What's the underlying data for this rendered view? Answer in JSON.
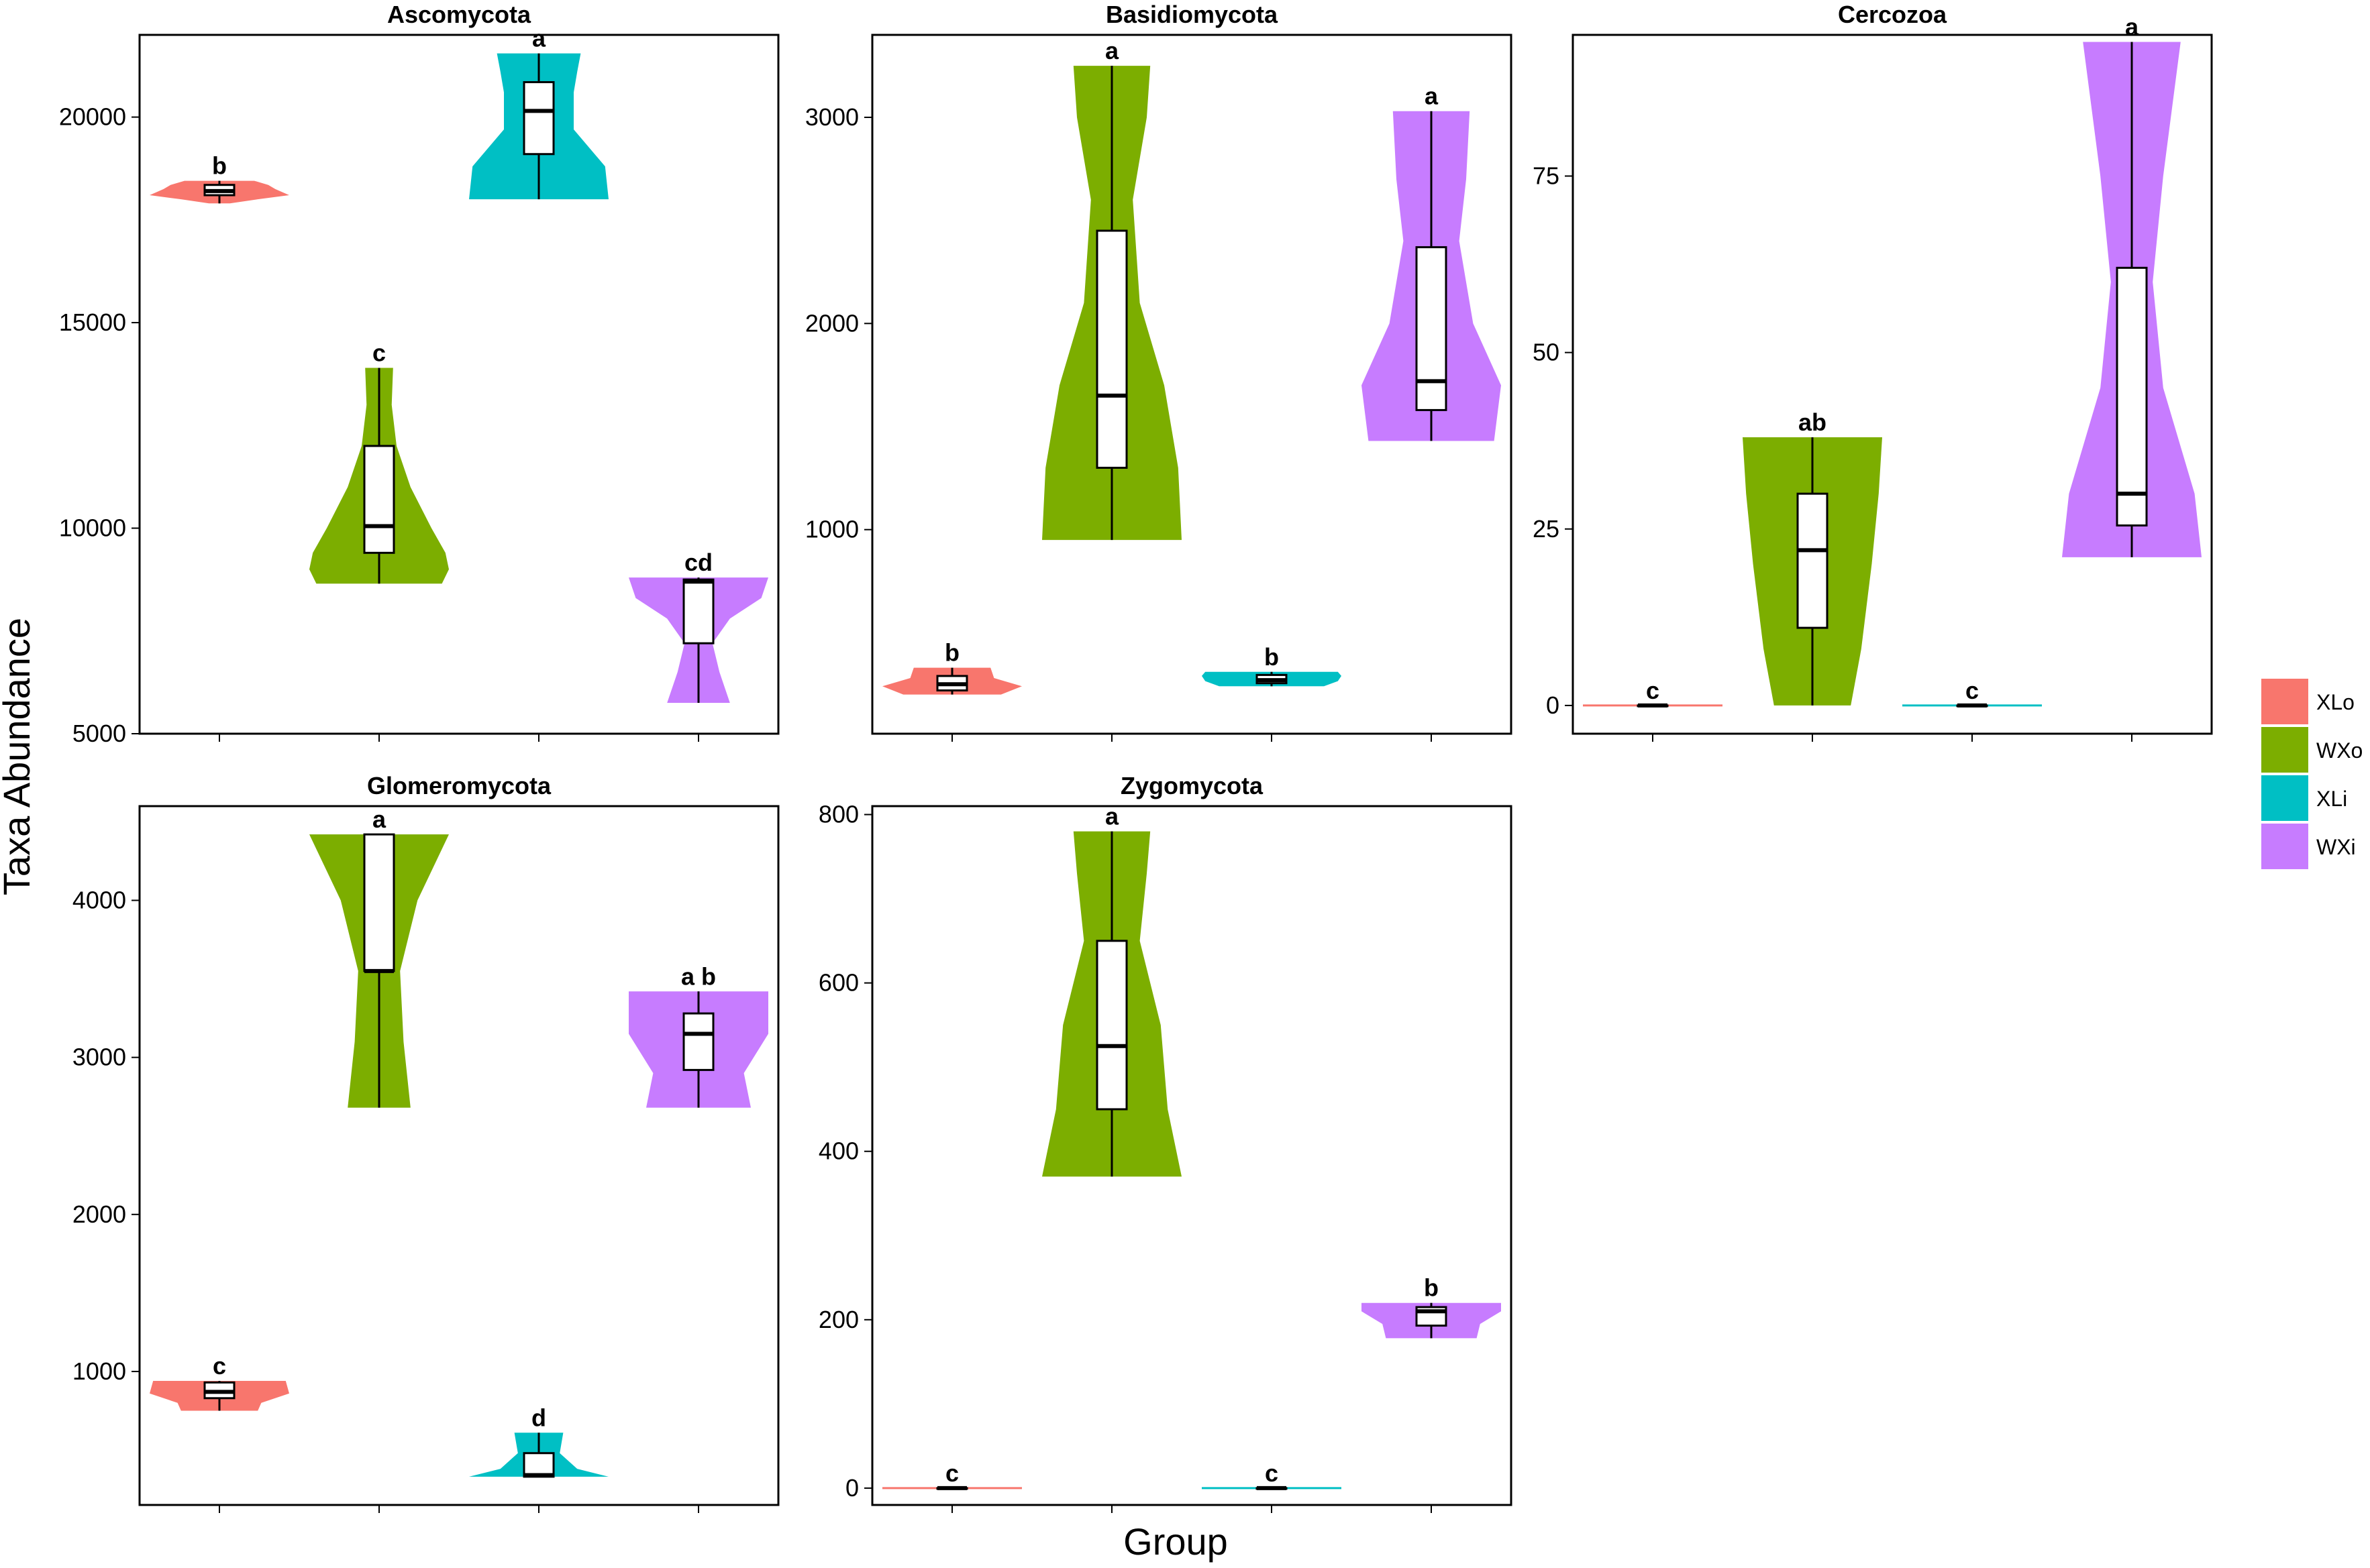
{
  "figure": {
    "xlabel": "Group",
    "ylabel": "Taxa Abundance"
  },
  "legend": {
    "items": [
      {
        "label": "XLo",
        "color": "#F8766D"
      },
      {
        "label": "WXo",
        "color": "#7CAE00"
      },
      {
        "label": "XLi",
        "color": "#00BFC4"
      },
      {
        "label": "WXi",
        "color": "#C77CFF"
      }
    ]
  },
  "chart_data": [
    {
      "type": "violin",
      "title": "Ascomycota",
      "ylim": [
        5000,
        22000
      ],
      "yticks": [
        5000,
        10000,
        15000,
        20000
      ],
      "grid": false,
      "groups": [
        {
          "group": "XLo",
          "min": 17900,
          "q1": 18100,
          "median": 18200,
          "q3": 18350,
          "max": 18450,
          "sig": "b",
          "density": [
            [
              17900,
              0.15
            ],
            [
              18000,
              0.55
            ],
            [
              18100,
              1.0
            ],
            [
              18250,
              0.8
            ],
            [
              18350,
              0.7
            ],
            [
              18450,
              0.5
            ]
          ]
        },
        {
          "group": "WXo",
          "min": 8650,
          "q1": 9400,
          "median": 10050,
          "q3": 12000,
          "max": 13900,
          "sig": "c",
          "density": [
            [
              8650,
              0.9
            ],
            [
              9000,
              1.0
            ],
            [
              9400,
              0.95
            ],
            [
              10000,
              0.75
            ],
            [
              11000,
              0.45
            ],
            [
              12000,
              0.25
            ],
            [
              13000,
              0.18
            ],
            [
              13900,
              0.2
            ]
          ]
        },
        {
          "group": "XLi",
          "min": 18000,
          "q1": 19100,
          "median": 20150,
          "q3": 20850,
          "max": 21550,
          "sig": "a",
          "density": [
            [
              18000,
              1.0
            ],
            [
              18800,
              0.95
            ],
            [
              19700,
              0.5
            ],
            [
              20600,
              0.5
            ],
            [
              21100,
              0.55
            ],
            [
              21550,
              0.6
            ]
          ]
        },
        {
          "group": "WXi",
          "min": 5750,
          "q1": 7200,
          "median": 8700,
          "q3": 8750,
          "max": 8800,
          "sig": "cd",
          "density": [
            [
              5750,
              0.45
            ],
            [
              6500,
              0.3
            ],
            [
              7200,
              0.2
            ],
            [
              7800,
              0.45
            ],
            [
              8300,
              0.9
            ],
            [
              8800,
              1.0
            ]
          ]
        }
      ]
    },
    {
      "type": "violin",
      "title": "Basidiomycota",
      "ylim": [
        10,
        3400
      ],
      "yticks": [
        1000,
        2000,
        3000
      ],
      "grid": false,
      "groups": [
        {
          "group": "XLo",
          "min": 200,
          "q1": 220,
          "median": 250,
          "q3": 290,
          "max": 330,
          "sig": "b",
          "density": [
            [
              200,
              0.7
            ],
            [
              240,
              1.0
            ],
            [
              280,
              0.6
            ],
            [
              330,
              0.55
            ]
          ]
        },
        {
          "group": "WXo",
          "min": 950,
          "q1": 1300,
          "median": 1650,
          "q3": 2450,
          "max": 3250,
          "sig": "a",
          "density": [
            [
              950,
              1.0
            ],
            [
              1300,
              0.95
            ],
            [
              1700,
              0.75
            ],
            [
              2100,
              0.4
            ],
            [
              2600,
              0.3
            ],
            [
              3000,
              0.5
            ],
            [
              3250,
              0.55
            ]
          ]
        },
        {
          "group": "XLi",
          "min": 240,
          "q1": 255,
          "median": 270,
          "q3": 295,
          "max": 310,
          "sig": "b",
          "density": [
            [
              240,
              0.75
            ],
            [
              265,
              0.95
            ],
            [
              290,
              1.0
            ],
            [
              310,
              0.95
            ]
          ]
        },
        {
          "group": "WXi",
          "min": 1430,
          "q1": 1580,
          "median": 1720,
          "q3": 2370,
          "max": 3030,
          "sig": "a",
          "density": [
            [
              1430,
              0.9
            ],
            [
              1700,
              1.0
            ],
            [
              2000,
              0.6
            ],
            [
              2400,
              0.4
            ],
            [
              2700,
              0.5
            ],
            [
              3030,
              0.55
            ]
          ]
        }
      ]
    },
    {
      "type": "violin",
      "title": "Cercozoa",
      "ylim": [
        -4,
        95
      ],
      "yticks": [
        0,
        25,
        50,
        75
      ],
      "grid": false,
      "groups": [
        {
          "group": "XLo",
          "min": 0,
          "q1": 0,
          "median": 0,
          "q3": 0,
          "max": 0,
          "sig": "c",
          "density": []
        },
        {
          "group": "WXo",
          "min": 0,
          "q1": 11,
          "median": 22,
          "q3": 30,
          "max": 38,
          "sig": "ab",
          "density": [
            [
              0,
              0.55
            ],
            [
              8,
              0.7
            ],
            [
              20,
              0.85
            ],
            [
              30,
              0.95
            ],
            [
              38,
              1.0
            ]
          ]
        },
        {
          "group": "XLi",
          "min": 0,
          "q1": 0,
          "median": 0,
          "q3": 0,
          "max": 0,
          "sig": "c",
          "density": []
        },
        {
          "group": "WXi",
          "min": 21,
          "q1": 25.5,
          "median": 30,
          "q3": 62,
          "max": 94,
          "sig": "a",
          "density": [
            [
              21,
              1.0
            ],
            [
              30,
              0.9
            ],
            [
              45,
              0.45
            ],
            [
              60,
              0.3
            ],
            [
              75,
              0.45
            ],
            [
              94,
              0.7
            ]
          ]
        }
      ]
    },
    {
      "type": "violin",
      "title": "Glomeromycota",
      "ylim": [
        150,
        4600
      ],
      "yticks": [
        1000,
        2000,
        3000,
        4000
      ],
      "grid": false,
      "groups": [
        {
          "group": "XLo",
          "min": 750,
          "q1": 830,
          "median": 870,
          "q3": 930,
          "max": 940,
          "sig": "c",
          "density": [
            [
              750,
              0.55
            ],
            [
              800,
              0.6
            ],
            [
              860,
              1.0
            ],
            [
              940,
              0.95
            ]
          ]
        },
        {
          "group": "WXo",
          "min": 2680,
          "q1": 3550,
          "median": 3550,
          "q3": 4420,
          "max": 4420,
          "sig": "a",
          "density": [
            [
              2680,
              0.45
            ],
            [
              3100,
              0.35
            ],
            [
              3550,
              0.3
            ],
            [
              4000,
              0.55
            ],
            [
              4420,
              1.0
            ]
          ]
        },
        {
          "group": "XLi",
          "min": 330,
          "q1": 330,
          "median": 340,
          "q3": 480,
          "max": 610,
          "sig": "d",
          "density": [
            [
              330,
              1.0
            ],
            [
              380,
              0.55
            ],
            [
              480,
              0.3
            ],
            [
              610,
              0.35
            ]
          ]
        },
        {
          "group": "WXi",
          "min": 2680,
          "q1": 2920,
          "median": 3150,
          "q3": 3280,
          "max": 3420,
          "sig": "a b",
          "density": [
            [
              2680,
              0.75
            ],
            [
              2900,
              0.65
            ],
            [
              3150,
              1.0
            ],
            [
              3420,
              1.0
            ]
          ]
        }
      ]
    },
    {
      "type": "violin",
      "title": "Zygomycota",
      "ylim": [
        -20,
        810
      ],
      "yticks": [
        0,
        200,
        400,
        600,
        800
      ],
      "grid": false,
      "groups": [
        {
          "group": "XLo",
          "min": 0,
          "q1": 0,
          "median": 0,
          "q3": 0,
          "max": 0,
          "sig": "c",
          "density": []
        },
        {
          "group": "WXo",
          "min": 370,
          "q1": 450,
          "median": 525,
          "q3": 650,
          "max": 780,
          "sig": "a",
          "density": [
            [
              370,
              1.0
            ],
            [
              450,
              0.8
            ],
            [
              550,
              0.7
            ],
            [
              650,
              0.4
            ],
            [
              730,
              0.5
            ],
            [
              780,
              0.55
            ]
          ]
        },
        {
          "group": "XLi",
          "min": 0,
          "q1": 0,
          "median": 0,
          "q3": 0,
          "max": 0,
          "sig": "c",
          "density": []
        },
        {
          "group": "WXi",
          "min": 178,
          "q1": 193,
          "median": 210,
          "q3": 215,
          "max": 220,
          "sig": "b",
          "density": [
            [
              178,
              0.65
            ],
            [
              195,
              0.7
            ],
            [
              210,
              1.0
            ],
            [
              220,
              1.0
            ]
          ]
        }
      ]
    }
  ]
}
